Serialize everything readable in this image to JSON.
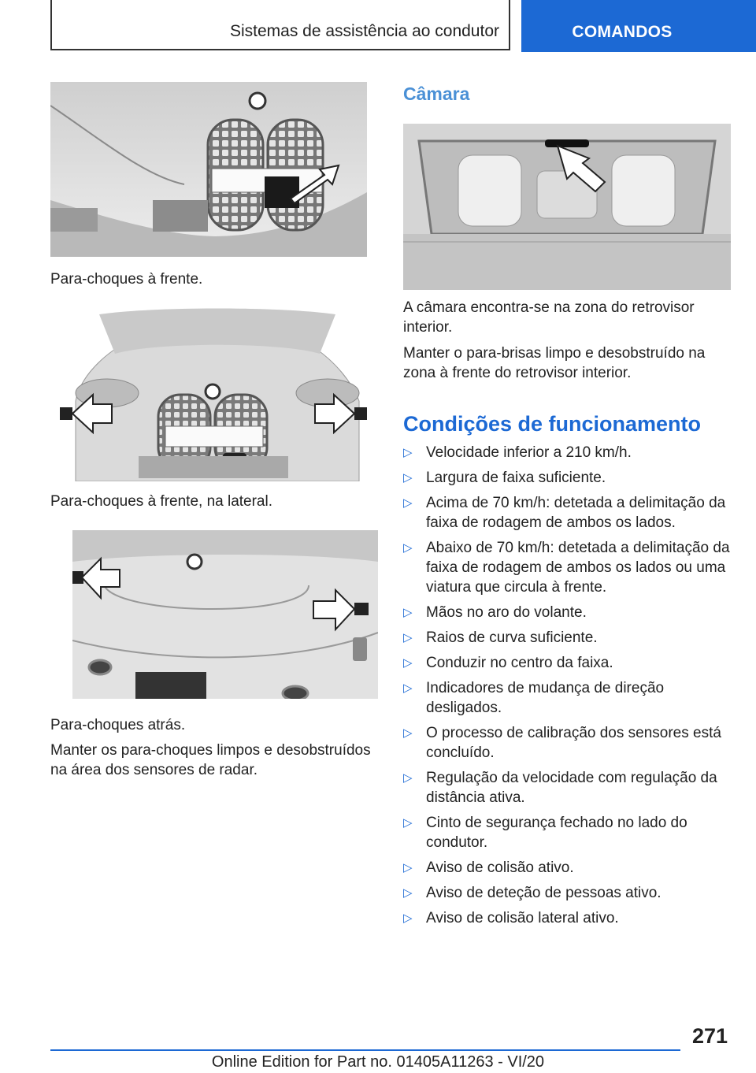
{
  "header": {
    "chapter_title": "Sistemas de assistência ao condutor",
    "section_tab": "COMANDOS"
  },
  "left_column": {
    "figures": [
      {
        "caption": "Para-choques à frente.",
        "icon": "front-bumper-radar-sensor-image"
      },
      {
        "caption": "Para-choques à frente, na lateral.",
        "icon": "front-side-bumper-sensors-image"
      },
      {
        "caption": "Para-choques atrás.",
        "icon": "rear-bumper-sensors-image"
      }
    ],
    "note": "Manter os para-choques limpos e desobstruídos na área dos sensores de radar."
  },
  "camera_section": {
    "heading": "Câmara",
    "figure_icon": "interior-camera-mirror-image",
    "paragraph1": "A câmara encontra-se na zona do retrovisor interior.",
    "paragraph2": "Manter o para-brisas limpo e desobstruído na zona à frente do retrovisor interior."
  },
  "conditions_section": {
    "heading": "Condições de funcionamento",
    "items": [
      "Velocidade inferior a 210 km/h.",
      "Largura de faixa suficiente.",
      "Acima de 70 km/h: detetada a delimitação da faixa de rodagem de ambos os lados.",
      "Abaixo de 70 km/h: detetada a delimitação da faixa de rodagem de ambos os lados ou uma viatura que circula à frente.",
      "Mãos no aro do volante.",
      "Raios de curva suficiente.",
      "Conduzir no centro da faixa.",
      "Indicadores de mudança de direção desligados.",
      "O processo de calibração dos sensores está concluído.",
      "Regulação da velocidade com regulação da distância ativa.",
      "Cinto de segurança fechado no lado do condutor.",
      "Aviso de colisão ativo.",
      "Aviso de deteção de pessoas ativo.",
      "Aviso de colisão lateral ativo."
    ],
    "bullet_icon": "triangle-right-outline-icon"
  },
  "footer": {
    "page_number": "271",
    "edition": "Online Edition for Part no. 01405A11263 - VI/20"
  },
  "colors": {
    "accent": "#1c69d4",
    "subheading": "#4a90d6",
    "text": "#222222"
  }
}
